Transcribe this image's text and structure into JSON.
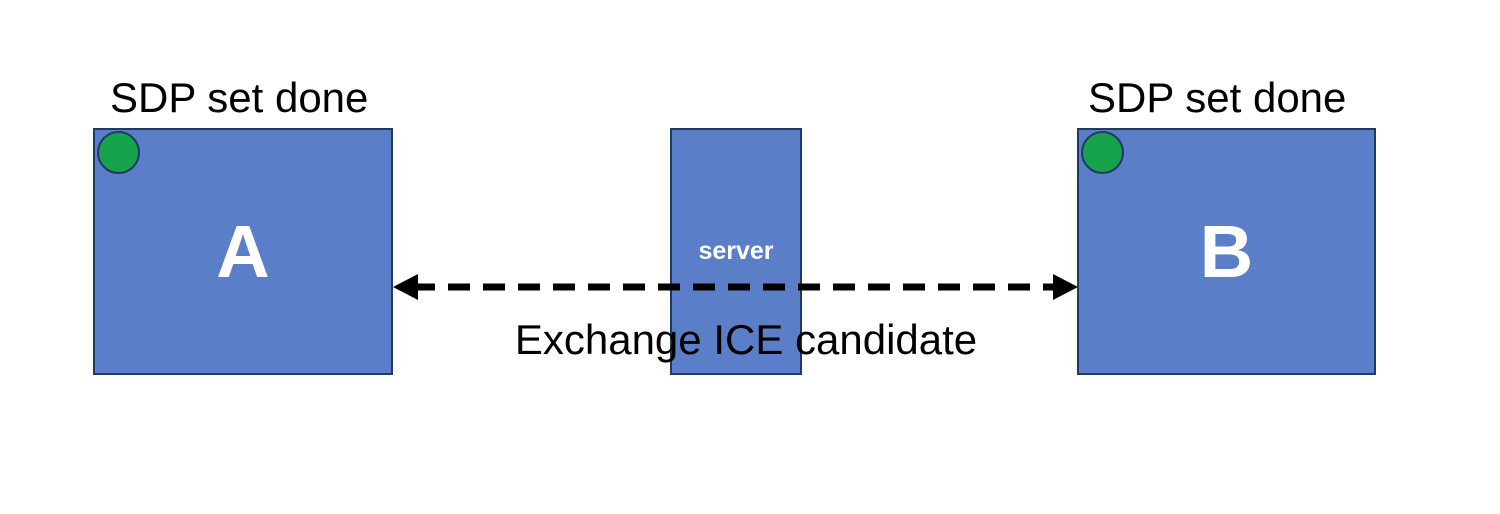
{
  "colors": {
    "background": "#ffffff",
    "box_fill": "#5b7ec9",
    "box_border": "#1f3864",
    "box_text": "#ffffff",
    "dot_fill": "#17a34d",
    "arrow_color": "#000000",
    "text_color": "#000000"
  },
  "peer_a": {
    "label": "A",
    "status_text": "SDP set done"
  },
  "peer_b": {
    "label": "B",
    "status_text": "SDP set done"
  },
  "server": {
    "label": "server"
  },
  "connection": {
    "label": "Exchange ICE candidate"
  }
}
